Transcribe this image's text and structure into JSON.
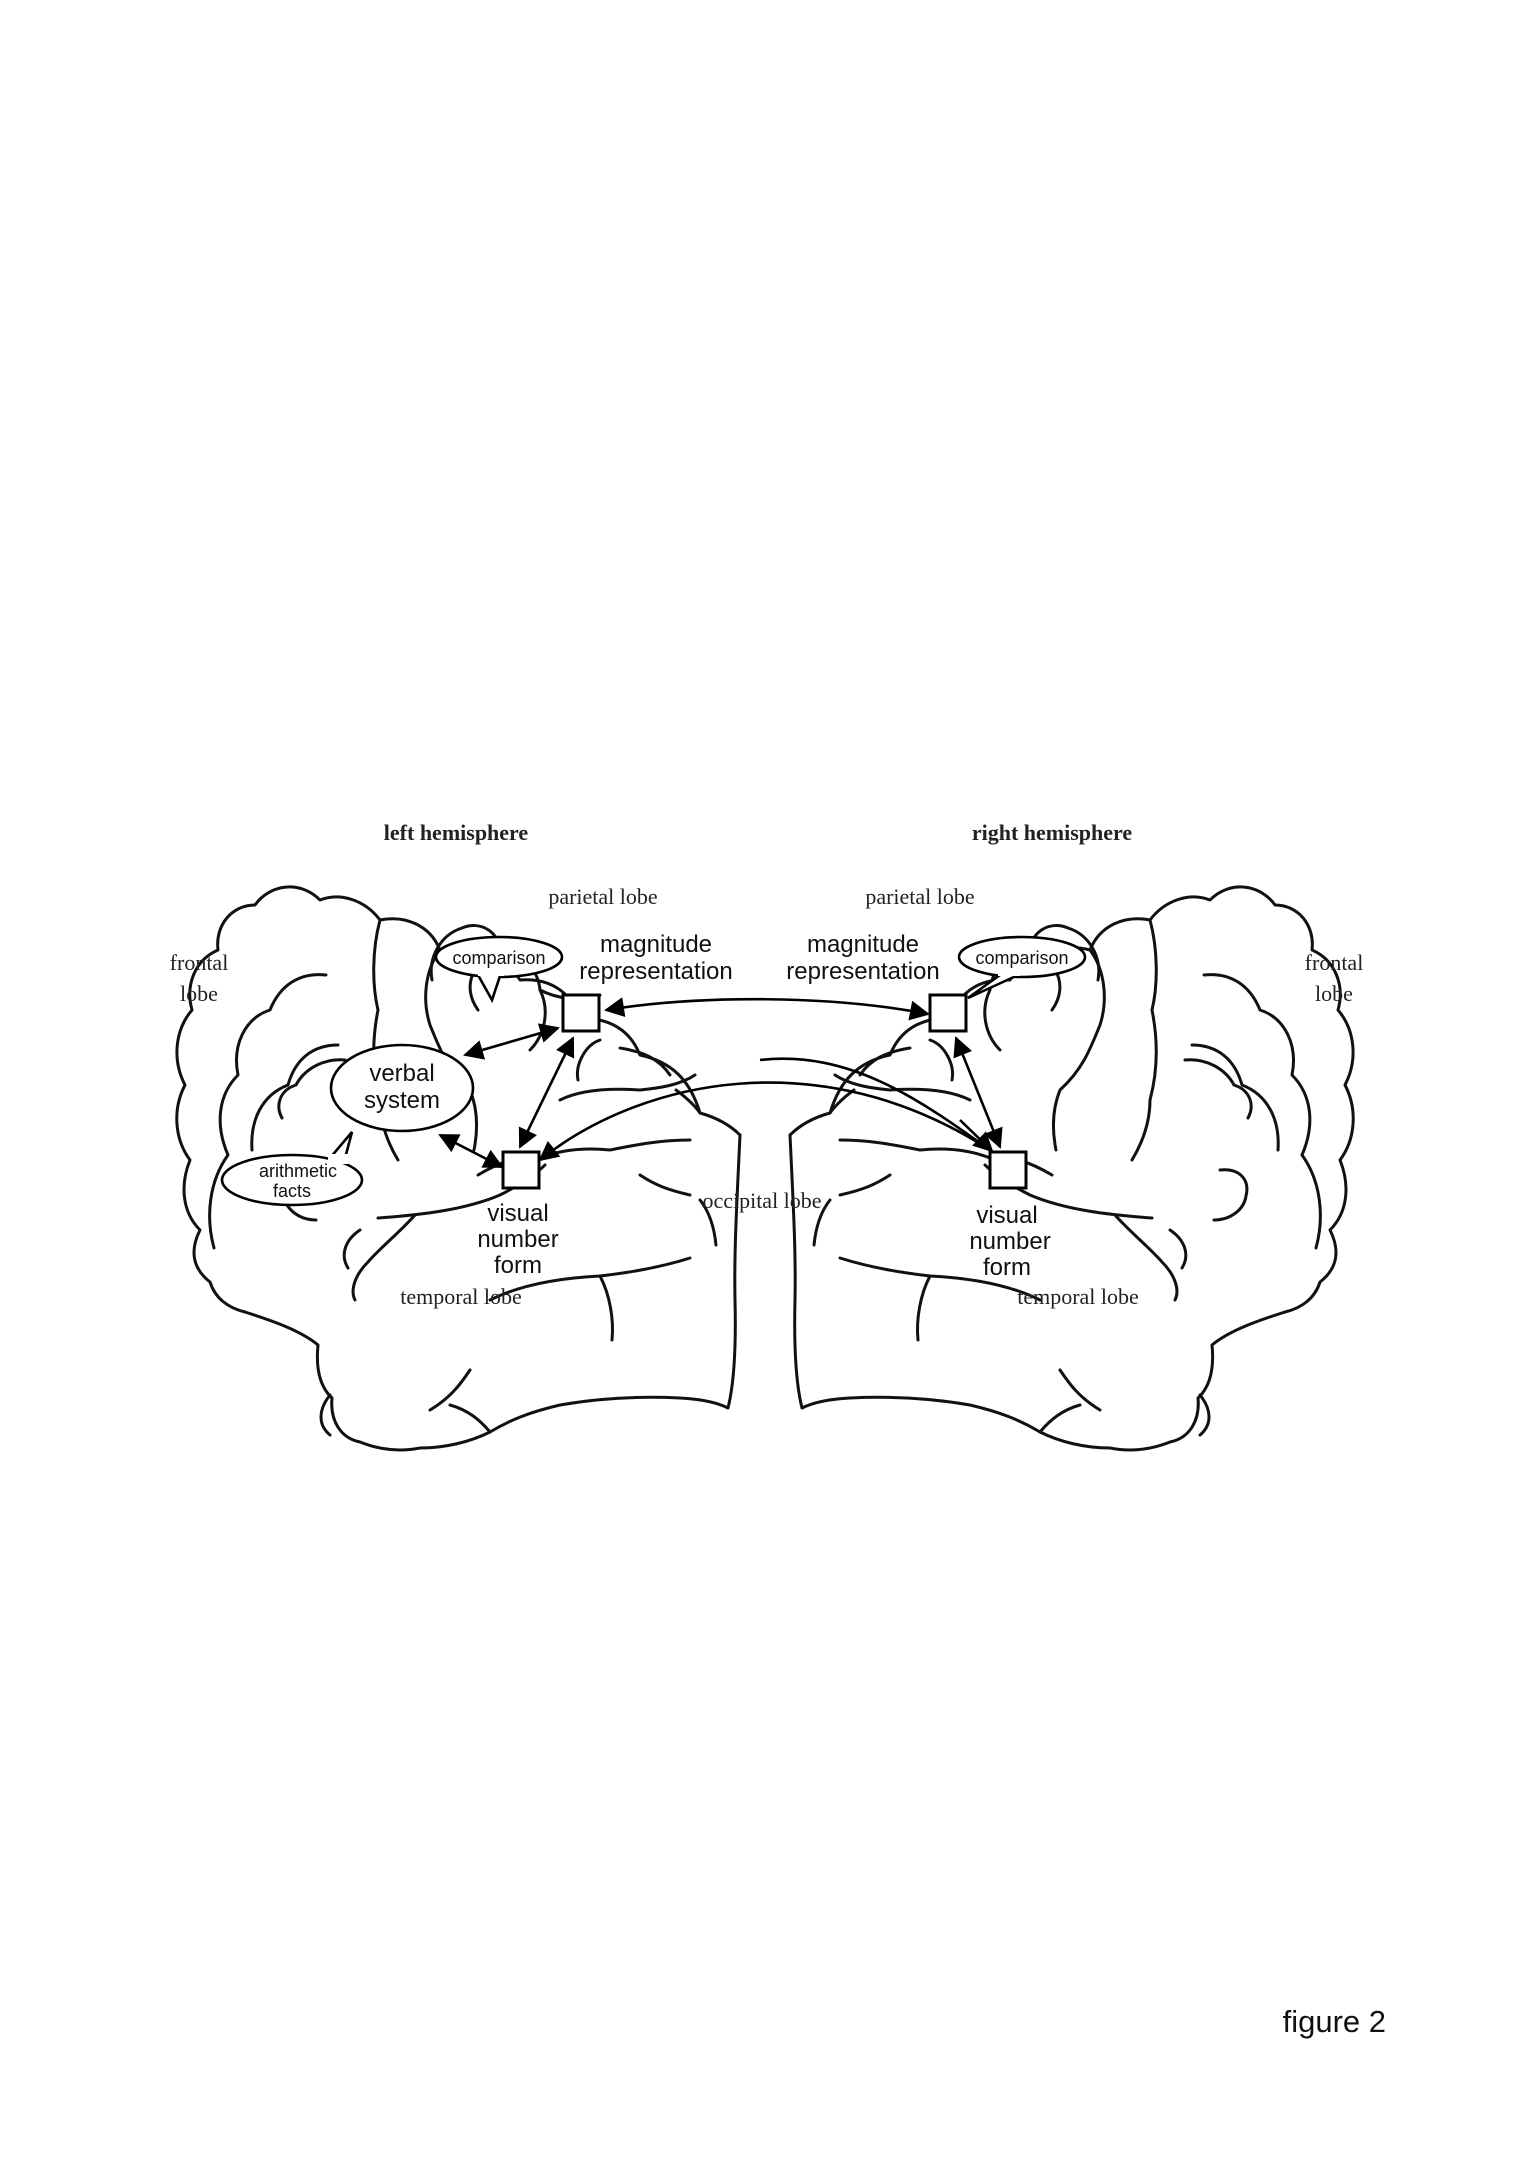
{
  "titles": {
    "left": "left hemisphere",
    "right": "right hemisphere"
  },
  "lobes": {
    "parietal_left": "parietal lobe",
    "parietal_right": "parietal lobe",
    "frontal_left": [
      "frontal",
      "lobe"
    ],
    "frontal_right": [
      "frontal",
      "lobe"
    ],
    "temporal_left": "temporal lobe",
    "temporal_right": "temporal lobe",
    "occipital": "occipital lobe"
  },
  "nodes": {
    "magnitude_left": [
      "magnitude",
      "representation"
    ],
    "magnitude_right": [
      "magnitude",
      "representation"
    ],
    "comparison_left": "comparison",
    "comparison_right": "comparison",
    "verbal": [
      "verbal",
      "system"
    ],
    "arithmetic": [
      "arithmetic",
      "facts"
    ],
    "visual_left": [
      "visual",
      "number",
      "form"
    ],
    "visual_right": [
      "visual",
      "number",
      "form"
    ]
  },
  "caption": "figure 2"
}
